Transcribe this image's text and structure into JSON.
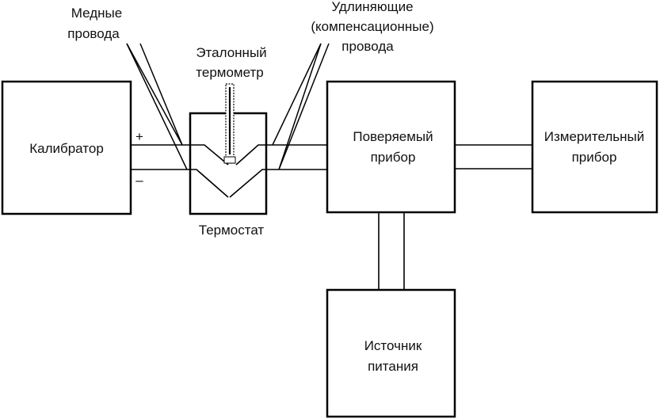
{
  "blocks": {
    "calibrator": "Калибратор",
    "device_under_test": [
      "Поверяемый",
      "прибор"
    ],
    "measuring_device": [
      "Измерительный",
      "прибор"
    ],
    "power_source": [
      "Источник",
      "питания"
    ],
    "thermostat": "Термостат"
  },
  "labels": {
    "copper_wires": [
      "Медные",
      "провода"
    ],
    "reference_thermometer": [
      "Эталонный",
      "термометр"
    ],
    "extension_wires": [
      "Удлиняющие",
      "(компенсационные)",
      "провода"
    ]
  },
  "polarity": {
    "plus": "+",
    "minus": "–"
  },
  "colors": {
    "line": "#000000",
    "background": "#ffffff",
    "text": "#111111"
  }
}
